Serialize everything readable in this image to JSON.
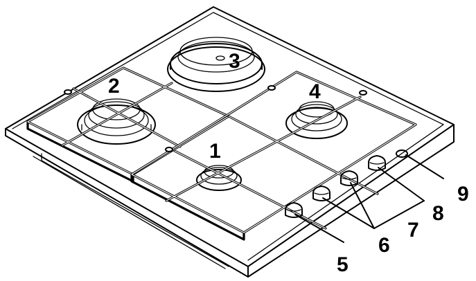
{
  "labels": {
    "burner_1": "1",
    "burner_2": "2",
    "burner_3": "3",
    "burner_4": "4",
    "knob_5": "5",
    "knob_6": "6",
    "knob_7": "7",
    "knob_8": "8",
    "ignition_9": "9"
  }
}
